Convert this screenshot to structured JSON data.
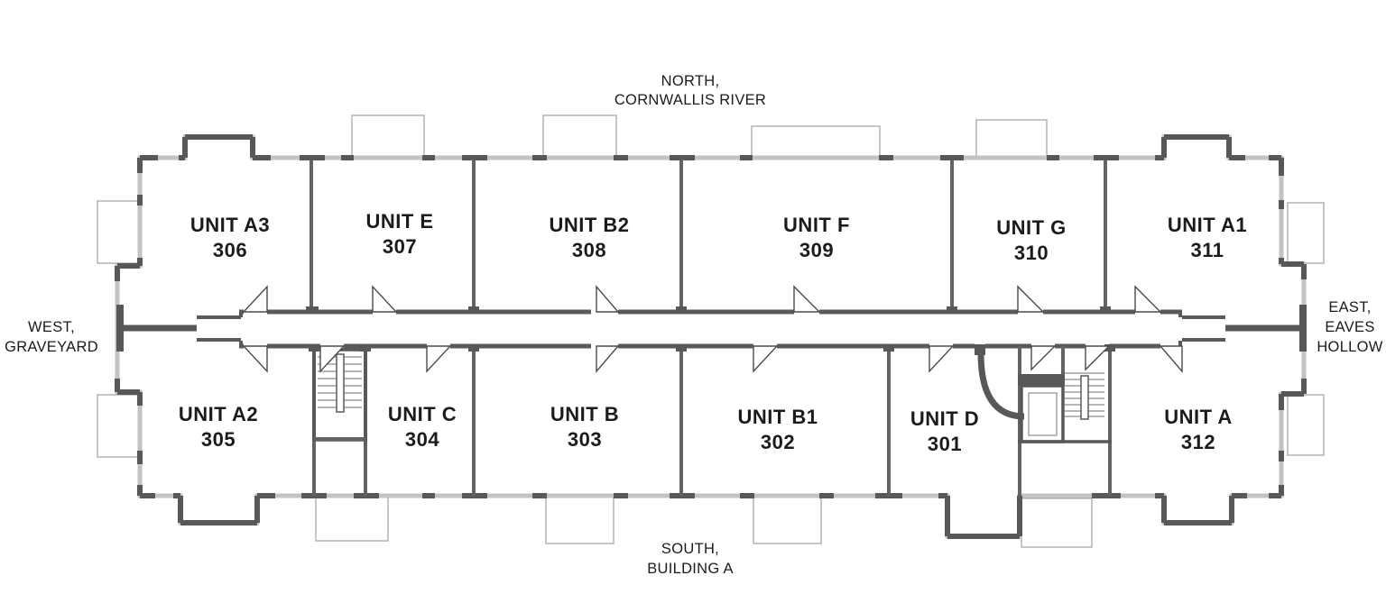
{
  "compass": {
    "north": [
      "NORTH,",
      "CORNWALLIS RIVER"
    ],
    "south": [
      "SOUTH,",
      "BUILDING A"
    ],
    "west": [
      "WEST,",
      "GRAVEYARD"
    ],
    "east": [
      "EAST,",
      "EAVES",
      "HOLLOW"
    ]
  },
  "units": [
    {
      "name": "UNIT A3",
      "number": "306"
    },
    {
      "name": "UNIT E",
      "number": "307"
    },
    {
      "name": "UNIT B2",
      "number": "308"
    },
    {
      "name": "UNIT F",
      "number": "309"
    },
    {
      "name": "UNIT G",
      "number": "310"
    },
    {
      "name": "UNIT A1",
      "number": "311"
    },
    {
      "name": "UNIT A2",
      "number": "305"
    },
    {
      "name": "UNIT C",
      "number": "304"
    },
    {
      "name": "UNIT B",
      "number": "303"
    },
    {
      "name": "UNIT B1",
      "number": "302"
    },
    {
      "name": "UNIT D",
      "number": "301"
    },
    {
      "name": "UNIT A",
      "number": "312"
    }
  ],
  "colors": {
    "wall_dark": "#585858",
    "wall_light": "#c3c3c3",
    "balcony_outline": "#adadad",
    "text": "#1b1b1b",
    "background": "#ffffff"
  }
}
